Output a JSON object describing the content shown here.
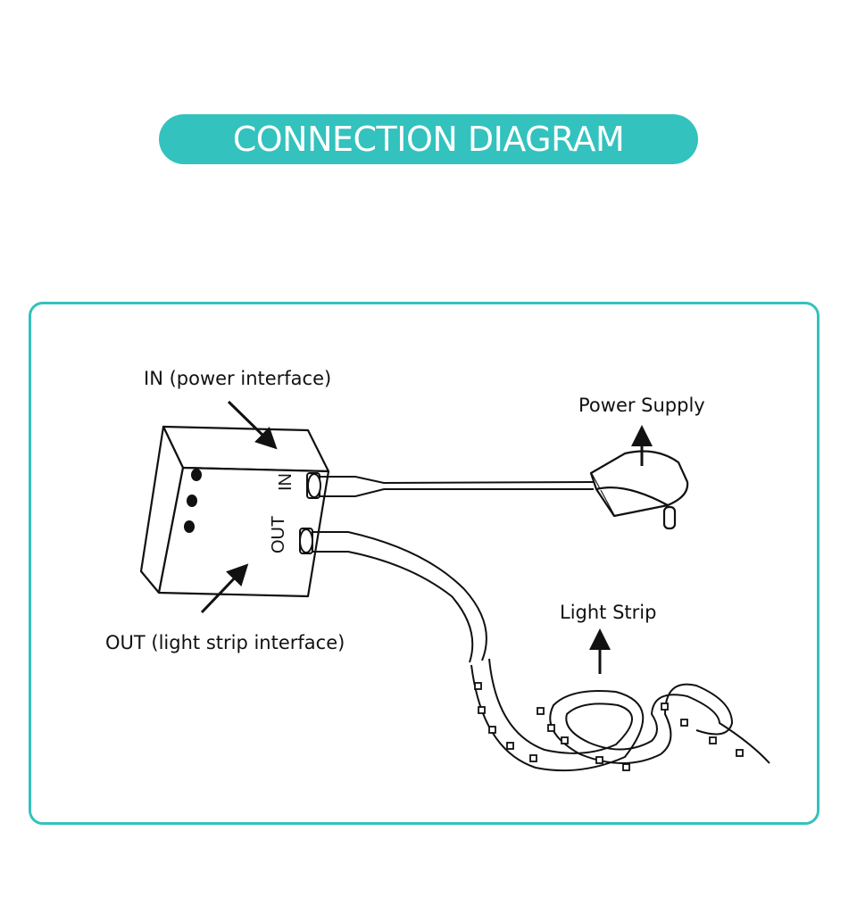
{
  "header": {
    "title": "CONNECTION DIAGRAM"
  },
  "diagram": {
    "labels": {
      "in_interface": "IN (power interface)",
      "out_interface": "OUT (light strip interface)",
      "power_supply": "Power Supply",
      "light_strip": "Light Strip"
    },
    "port_labels": {
      "in": "IN",
      "out": "OUT"
    }
  },
  "colors": {
    "accent": "#33c2be",
    "line": "#111111",
    "background": "#ffffff"
  }
}
